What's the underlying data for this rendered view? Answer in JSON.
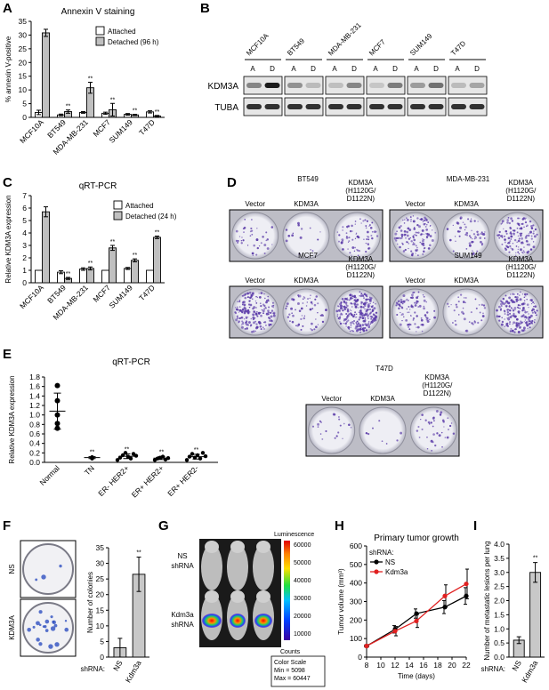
{
  "panels": [
    "A",
    "B",
    "C",
    "D",
    "E",
    "F",
    "G",
    "H",
    "I"
  ],
  "stars": "**",
  "chart_data": [
    {
      "panel": "A",
      "type": "bar",
      "title": "Annexin V staining",
      "ylabel": "% annexin V-positive",
      "ylim": [
        0,
        35
      ],
      "yticks": [
        0,
        5,
        10,
        15,
        20,
        25,
        30,
        35
      ],
      "categories": [
        "MCF10A",
        "BT549",
        "MDA-MB-231",
        "MCF7",
        "SUM149",
        "T47D"
      ],
      "series": [
        {
          "name": "Attached",
          "color": "#ffffff",
          "values": [
            1.8,
            0.9,
            1.8,
            1.5,
            1.1,
            2.0
          ],
          "err": [
            0.8,
            0.3,
            0.3,
            0.4,
            0.3,
            0.4
          ]
        },
        {
          "name": "Detached (96 h)",
          "color": "#c0c0c0",
          "values": [
            30.8,
            2.1,
            10.8,
            2.8,
            0.9,
            0.5
          ],
          "err": [
            1.3,
            0.6,
            2.0,
            2.3,
            0.2,
            0.2
          ]
        }
      ],
      "sig": [
        1,
        2,
        3,
        4,
        5
      ],
      "legend": "top-right"
    },
    {
      "panel": "C",
      "type": "bar",
      "title": "qRT-PCR",
      "ylabel": "Relative KDM3A expression",
      "ylim": [
        0,
        7
      ],
      "yticks": [
        0,
        1,
        2,
        3,
        4,
        5,
        6,
        7
      ],
      "categories": [
        "MCF10A",
        "BT549",
        "MDA-MB-231",
        "MCF7",
        "SUM149",
        "T47D"
      ],
      "series": [
        {
          "name": "Attached",
          "color": "#ffffff",
          "values": [
            1,
            0.85,
            1.1,
            1,
            1.15,
            1
          ],
          "err": [
            0,
            0.12,
            0.1,
            0,
            0.08,
            0
          ]
        },
        {
          "name": "Detached (24 h)",
          "color": "#c0c0c0",
          "values": [
            5.7,
            0.35,
            1.15,
            2.8,
            1.8,
            3.65
          ],
          "err": [
            0.4,
            0.08,
            0.12,
            0.2,
            0.12,
            0.1
          ]
        }
      ],
      "sig": [
        1,
        2,
        3,
        4,
        5
      ],
      "legend": "top-right"
    },
    {
      "panel": "E",
      "type": "scatter",
      "title": "qRT-PCR",
      "ylabel": "Relative KDM3A expression",
      "ylim": [
        0,
        1.8
      ],
      "yticks": [
        0,
        0.2,
        0.4,
        0.6,
        0.8,
        1.0,
        1.2,
        1.4,
        1.6,
        1.8
      ],
      "categories": [
        "Normal",
        "TN",
        "ER- HER2+",
        "ER+ HER2+",
        "ER+ HER2-"
      ],
      "points": [
        [
          1.62,
          1.3,
          1.0,
          0.82,
          0.72
        ],
        [
          0.09,
          0.1,
          0.08,
          0.11,
          0.1
        ],
        [
          0.05,
          0.1,
          0.15,
          0.2,
          0.12,
          0.08,
          0.18,
          0.14
        ],
        [
          0.05,
          0.08,
          0.1,
          0.12,
          0.06,
          0.09
        ],
        [
          0.05,
          0.12,
          0.18,
          0.1,
          0.15,
          0.08,
          0.2,
          0.13
        ]
      ],
      "mean": [
        1.08,
        0.1,
        0.13,
        0.09,
        0.12
      ],
      "sd": [
        0.38,
        0.02,
        0.05,
        0.03,
        0.05
      ],
      "sig": [
        1,
        2,
        3,
        4
      ]
    },
    {
      "panel": "F",
      "type": "bar",
      "ylabel": "Number of colonies",
      "ylim": [
        0,
        35
      ],
      "yticks": [
        0,
        5,
        10,
        15,
        20,
        25,
        30,
        35
      ],
      "categories": [
        "NS",
        "Kdm3a"
      ],
      "series": [
        {
          "values": [
            3,
            26.5
          ],
          "err": [
            3,
            5.5
          ]
        }
      ],
      "sig": [
        1
      ],
      "axis_prefix": "shRNA:"
    },
    {
      "panel": "H",
      "type": "line",
      "title": "Primary tumor growth",
      "xlabel": "Time (days)",
      "ylabel": "Tumor volume (mm³)",
      "xlim": [
        8,
        22
      ],
      "ylim": [
        0,
        600
      ],
      "xticks": [
        8,
        10,
        12,
        14,
        16,
        18,
        20,
        22
      ],
      "yticks": [
        0,
        100,
        200,
        300,
        400,
        500,
        600
      ],
      "legend_title": "shRNA:",
      "series": [
        {
          "name": "NS",
          "color": "#000000",
          "x": [
            8,
            12,
            15,
            19,
            22
          ],
          "y": [
            60,
            150,
            235,
            270,
            330
          ],
          "err": [
            5,
            20,
            25,
            35,
            45
          ]
        },
        {
          "name": "Kdm3a",
          "color": "#e02020",
          "x": [
            8,
            12,
            15,
            19,
            22
          ],
          "y": [
            60,
            140,
            195,
            330,
            395
          ],
          "err": [
            5,
            25,
            35,
            60,
            80
          ]
        }
      ]
    },
    {
      "panel": "I",
      "type": "bar",
      "ylabel": "Number of metastatic lesions per lung",
      "ylim": [
        0,
        4
      ],
      "yticks": [
        0,
        0.5,
        1.0,
        1.5,
        2.0,
        2.5,
        3.0,
        3.5,
        4.0
      ],
      "categories": [
        "NS",
        "Kdm3a"
      ],
      "series": [
        {
          "values": [
            0.6,
            3.0
          ],
          "err": [
            0.12,
            0.35
          ]
        }
      ],
      "sig": [
        1
      ],
      "axis_prefix": "shRNA:"
    }
  ],
  "blot": {
    "cells": [
      "MCF10A",
      "BT549",
      "MDA-MB-231",
      "MCF7",
      "SUM149",
      "T47D"
    ],
    "lane_labels": [
      "A",
      "D"
    ],
    "rows": [
      "KDM3A",
      "TUBA"
    ]
  },
  "plates": {
    "conditions": [
      "Vector",
      "KDM3A",
      "KDM3A\n(H1120G/\nD1122N)"
    ],
    "cells": [
      "BT549",
      "MDA-MB-231",
      "MCF7",
      "SUM149",
      "T47D"
    ]
  },
  "panel_f": {
    "rows": [
      "NS",
      "KDM3A"
    ]
  },
  "panel_g": {
    "groups": [
      "NS\nshRNA",
      "Kdm3a\nshRNA"
    ],
    "scale_title": "Luminescence",
    "scale_ticks": [
      "60000",
      "50000",
      "40000",
      "30000",
      "20000",
      "10000"
    ],
    "counts_label": "Counts",
    "box": [
      "Color Scale",
      "Min = 5098",
      "Max = 60447"
    ]
  }
}
